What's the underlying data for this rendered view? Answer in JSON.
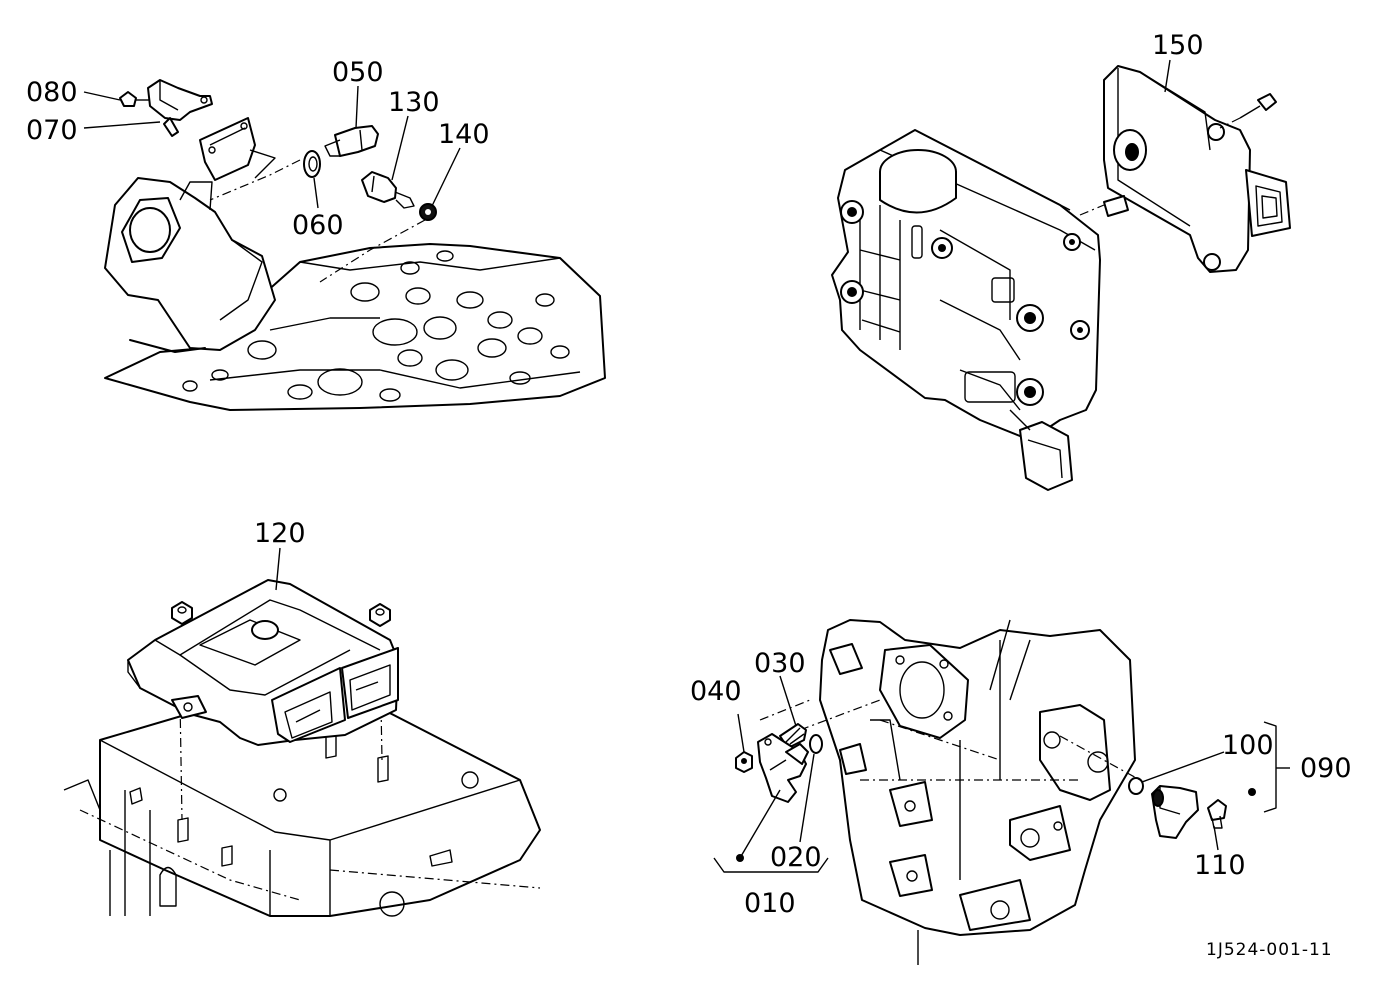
{
  "labels": {
    "p010": "010",
    "p020": "020",
    "p030": "030",
    "p040": "040",
    "p050": "050",
    "p060": "060",
    "p070": "070",
    "p080": "080",
    "p090": "090",
    "p100": "100",
    "p110": "110",
    "p120": "120",
    "p130": "130",
    "p140": "140",
    "p150": "150"
  },
  "figure_ref": "1J524-001-11"
}
